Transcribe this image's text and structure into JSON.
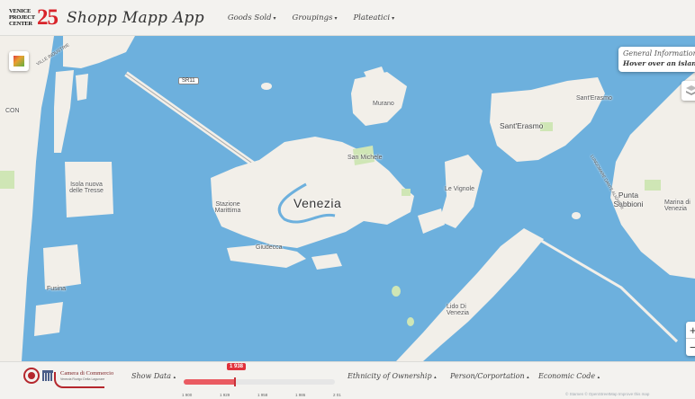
{
  "header": {
    "logo_lines": [
      "VENICE",
      "PROJECT",
      "CENTER"
    ],
    "logo_number": "25",
    "app_title": "Shopp Mapp App",
    "menus": [
      {
        "label": "Goods Sold",
        "caret": "▾"
      },
      {
        "label": "Groupings",
        "caret": "▾"
      },
      {
        "label": "Plateatici",
        "caret": "▾"
      }
    ]
  },
  "map": {
    "city_label": "Venezia",
    "road_shield": "SR11",
    "labels": {
      "murano": "Murano",
      "san_michele": "San Michele",
      "sant_erasmo_1": "Sant'Erasmo",
      "sant_erasmo_2": "Sant'Erasmo",
      "vignole": "Le Vignole",
      "isola_nuova": "Isola nuova delle Tresse",
      "stazione": "Stazione Marittima",
      "giudecca": "Giudecca",
      "lido": "Lido Di Venezia",
      "punta_sabbioni": "Punta Sabbioni",
      "marina": "Marina di Venezia",
      "fusina": "Fusina",
      "con": "CON",
      "ville": "VILLE INDUSTRIE",
      "treporti": "LUNGOMARE DANTE ALIGHIERI"
    },
    "colors": {
      "water": "#6db0dd",
      "land": "#f2efe9",
      "park": "#cfe6b5"
    }
  },
  "info_panel": {
    "title": "General Information",
    "hint": "Hover over an island"
  },
  "zoom": {
    "in": "+",
    "out": "−"
  },
  "bottom": {
    "chamber_name": "Camera di Commercio",
    "chamber_sub": "Venezia Rovigo Delta Lagunare",
    "show_data": "Show Data",
    "ethnicity": "Ethnicity of Ownership",
    "person": "Person/Corportation",
    "economic": "Economic Code",
    "caret": "▴",
    "slider": {
      "min": 1900,
      "max": 2012,
      "value": 1938,
      "value_label": "1 938",
      "ticks": [
        "1 900",
        "1 929",
        "1 958",
        "1 986",
        "2 01"
      ]
    },
    "attribution": "© Stamen © OpenStreetMap Improve this map"
  }
}
